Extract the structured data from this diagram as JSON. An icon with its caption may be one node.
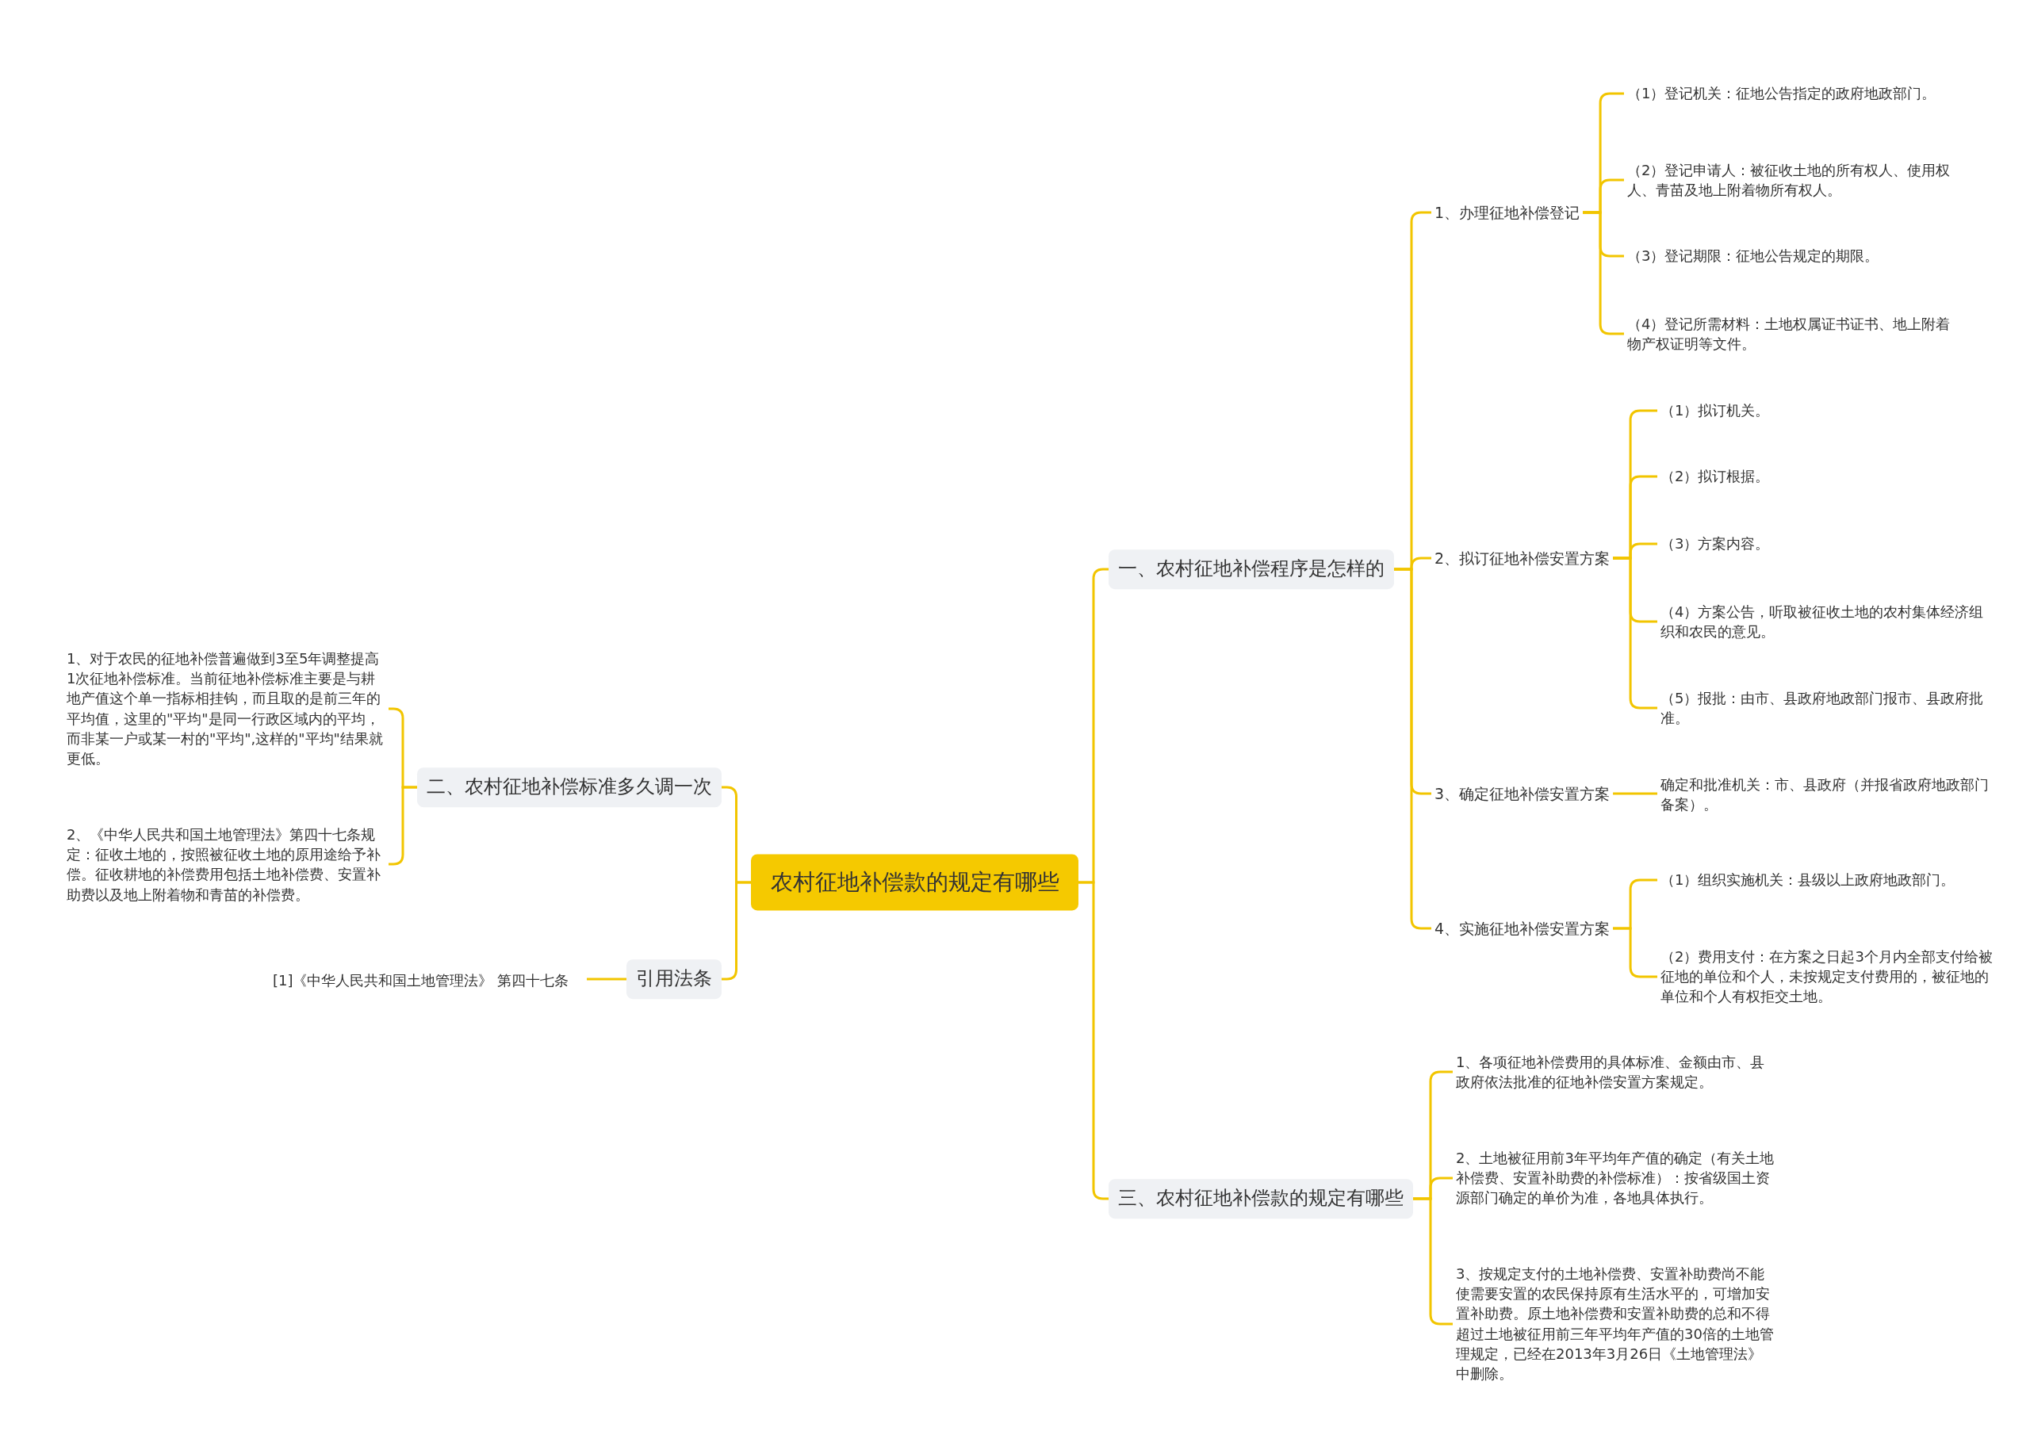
{
  "diagram": {
    "nodes": [
      {
        "text": [
          "农村征地补偿款的规定有哪些"
        ]
      },
      {
        "text": [
          "一、农村征地补偿程序是怎样的"
        ]
      },
      {
        "text": [
          "1、办理征地补偿登记"
        ]
      },
      {
        "text": [
          "（1）登记机关：征地公告指定的政府地政部门。"
        ]
      },
      {
        "text": [
          "（2）登记申请人：被征收土地的所有权人、使用权人、青苗及地上附着物所有权人。"
        ]
      },
      {
        "text": [
          "（3）登记期限：征地公告规定的期限。"
        ]
      },
      {
        "text": [
          "（4）登记所需材料：土地权属证书证书、地上附着物产权证明等文件。"
        ]
      },
      {
        "text": [
          "2、拟订征地补偿安置方案"
        ]
      },
      {
        "text": [
          "（1）拟订机关。"
        ]
      },
      {
        "text": [
          "（2）拟订根据。"
        ]
      },
      {
        "text": [
          "（3）方案内容。"
        ]
      },
      {
        "text": [
          "（4）方案公告，听取被征收土地的农村集体经济组织和农民的意见。"
        ]
      },
      {
        "text": [
          "（5）报批：由市、县政府地政部门报市、县政府批准。"
        ]
      },
      {
        "text": [
          "3、确定征地补偿安置方案"
        ]
      },
      {
        "text": [
          "确定和批准机关：市、县政府（并报省政府地政部门备案）。"
        ]
      },
      {
        "text": [
          "4、实施征地补偿安置方案"
        ]
      },
      {
        "text": [
          "（1）组织实施机关：县级以上政府地政部门。"
        ]
      },
      {
        "text": [
          "（2）费用支付：在方案之日起3个月内全部支付给被征地的单位和个人，未按规定支付费用的，被征地的单位和个人有权拒交土地。"
        ]
      },
      {
        "text": [
          "三、农村征地补偿款的规定有哪些"
        ]
      },
      {
        "text": [
          "1、各项征地补偿费用的具体标准、金额由市、县政府依法批准的征地补偿安置方案规定。"
        ]
      },
      {
        "text": [
          "2、土地被征用前3年平均年产值的确定（有关土地补偿费、安置补助费的补偿标准）：按省级国土资源部门确定的单价为准，各地具体执行。"
        ]
      },
      {
        "text": [
          "3、按规定支付的土地补偿费、安置补助费尚不能使需要安置的农民保持原有生活水平的，可增加安置补助费。原土地补偿费和安置补助费的总和不得超过土地被征用前三年平均年产值的30倍的土地管理规定，已经在2013年3月26日《土地管理法》中删除。"
        ]
      },
      {
        "text": [
          "二、农村征地补偿标准多久调一次"
        ]
      },
      {
        "text": [
          "1、对于农民的征地补偿普遍做到3至5年调整提高1次征地补偿标准。当前征地补偿标准主要是与耕地产值这个单一指标相挂钩，而且取的是前三年的平均值，这里的\"平均\"是同一行政区域内的平均，而非某一户或某一村的\"平均\",这样的\"平均\"结果就更低。"
        ]
      },
      {
        "text": [
          "2、《中华人民共和国土地管理法》第四十七条规定：征收土地的，按照被征收土地的原用途给予补偿。征收耕地的补偿费用包括土地补偿费、安置补助费以及地上附着物和青苗的补偿费。"
        ]
      },
      {
        "text": [
          "引用法条"
        ]
      },
      {
        "text": [
          "[1]《中华人民共和国土地管理法》 第四十七条"
        ]
      }
    ],
    "edges": [
      {
        "from": 0,
        "to": 1,
        "arrow": "none"
      },
      {
        "from": 1,
        "to": 2,
        "arrow": "none"
      },
      {
        "from": 2,
        "to": 3,
        "arrow": "none"
      },
      {
        "from": 2,
        "to": 4,
        "arrow": "none"
      },
      {
        "from": 2,
        "to": 5,
        "arrow": "none"
      },
      {
        "from": 2,
        "to": 6,
        "arrow": "none"
      },
      {
        "from": 1,
        "to": 7,
        "arrow": "none"
      },
      {
        "from": 7,
        "to": 8,
        "arrow": "none"
      },
      {
        "from": 7,
        "to": 9,
        "arrow": "none"
      },
      {
        "from": 7,
        "to": 10,
        "arrow": "none"
      },
      {
        "from": 7,
        "to": 11,
        "arrow": "none"
      },
      {
        "from": 7,
        "to": 12,
        "arrow": "none"
      },
      {
        "from": 1,
        "to": 13,
        "arrow": "none"
      },
      {
        "from": 13,
        "to": 14,
        "arrow": "none"
      },
      {
        "from": 1,
        "to": 15,
        "arrow": "none"
      },
      {
        "from": 15,
        "to": 16,
        "arrow": "none"
      },
      {
        "from": 15,
        "to": 17,
        "arrow": "none"
      },
      {
        "from": 0,
        "to": 18,
        "arrow": "none"
      },
      {
        "from": 18,
        "to": 19,
        "arrow": "none"
      },
      {
        "from": 18,
        "to": 20,
        "arrow": "none"
      },
      {
        "from": 18,
        "to": 21,
        "arrow": "none"
      },
      {
        "from": 0,
        "to": 22,
        "arrow": "none"
      },
      {
        "from": 22,
        "to": 23,
        "arrow": "none"
      },
      {
        "from": 22,
        "to": 24,
        "arrow": "none"
      },
      {
        "from": 0,
        "to": 25,
        "arrow": "none"
      },
      {
        "from": 25,
        "to": 26,
        "arrow": "none"
      }
    ]
  }
}
